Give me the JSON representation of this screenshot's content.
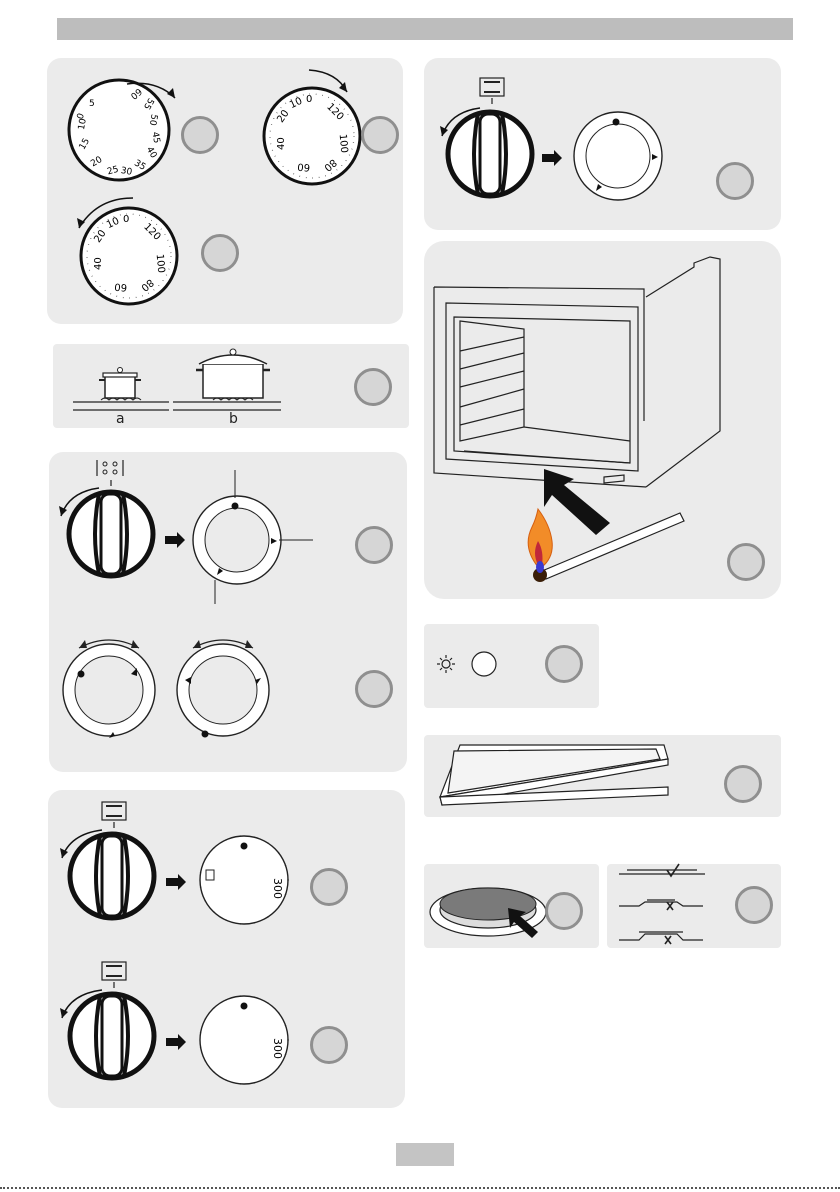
{
  "pot_labels": [
    "a",
    "b"
  ],
  "timer_dial_1": {
    "ticks": [
      "0",
      "5",
      "10",
      "15",
      "20",
      "25",
      "30",
      "35",
      "40",
      "45",
      "50",
      "55",
      "60"
    ]
  },
  "timer_dial_2": {
    "ticks": [
      "20",
      "10",
      "0",
      "120",
      "100",
      "80",
      "60",
      "40"
    ]
  },
  "timer_dial_3": {
    "ticks": [
      "20",
      "10",
      "0",
      "120",
      "100",
      "80",
      "60",
      "40"
    ]
  },
  "oven_dial": {
    "max_temp": "300"
  }
}
